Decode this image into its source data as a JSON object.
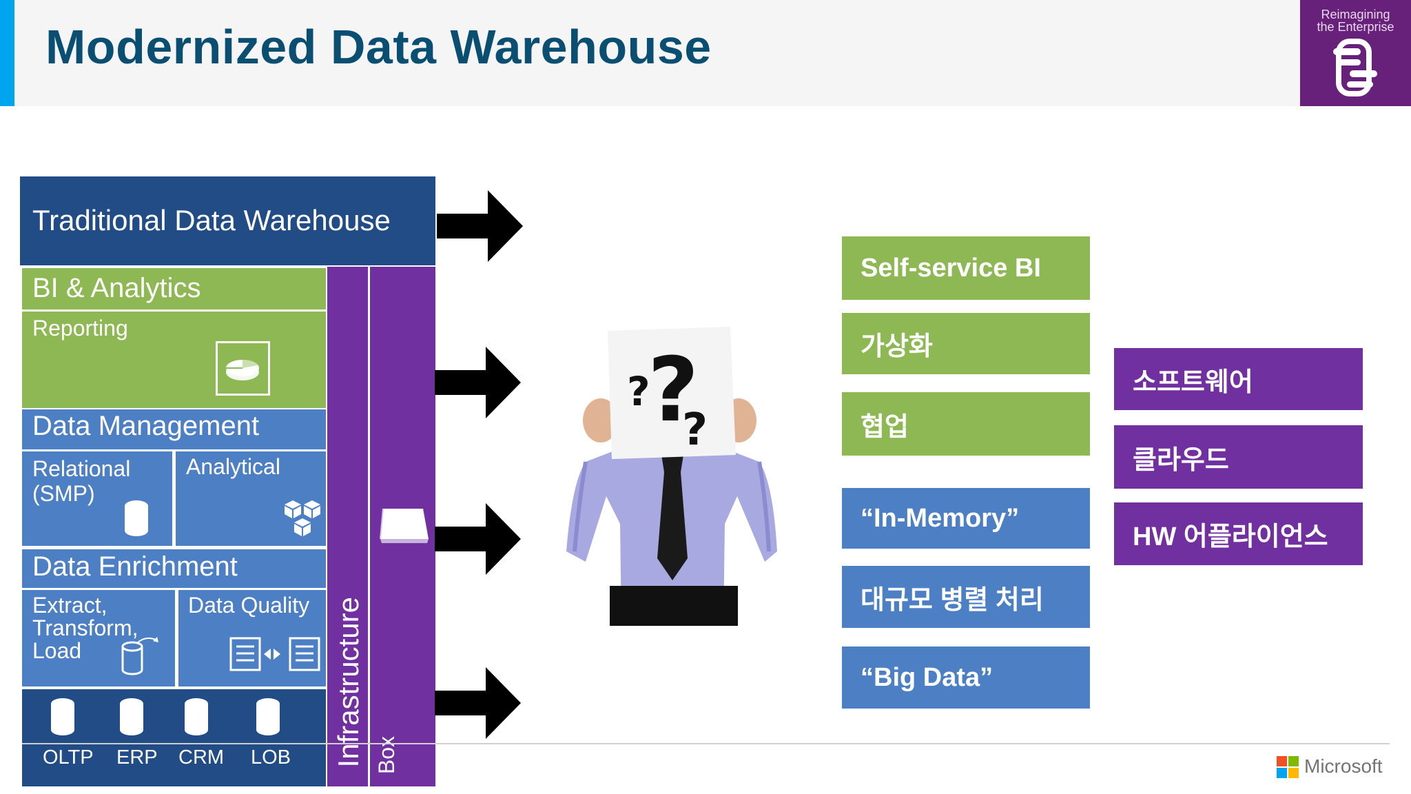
{
  "header": {
    "title": "Modernized Data Warehouse",
    "badge_line1": "Reimagining",
    "badge_line2": "the Enterprise",
    "badge_icon": "hands-logo-icon"
  },
  "diagram": {
    "traditional": "Traditional Data Warehouse",
    "bi_analytics": "BI & Analytics",
    "reporting": "Reporting",
    "data_management": "Data Management",
    "relational": "Relational (SMP)",
    "analytical": "Analytical",
    "data_enrichment": "Data Enrichment",
    "etl": "Extract, Transform, Load",
    "data_quality": "Data Quality",
    "sources": [
      "OLTP",
      "ERP",
      "CRM",
      "LOB"
    ],
    "infrastructure": "Infrastructure",
    "box": "Box"
  },
  "features_left": [
    {
      "label": "Self-service BI",
      "color": "green"
    },
    {
      "label": "가상화",
      "color": "green"
    },
    {
      "label": "협업",
      "color": "green"
    },
    {
      "label": "“In-Memory”",
      "color": "blue"
    },
    {
      "label": "대규모 병렬 처리",
      "color": "blue"
    },
    {
      "label": "“Big Data”",
      "color": "blue"
    }
  ],
  "features_right": [
    {
      "label": "소프트웨어"
    },
    {
      "label": "클라우드"
    },
    {
      "label": "HW 어플라이언스"
    }
  ],
  "footer": {
    "brand": "Microsoft"
  },
  "colors": {
    "accent": "#00a4ef",
    "title": "#0a4f72",
    "green": "#8eb853",
    "blue": "#4d7fc4",
    "navy": "#214c85",
    "purple": "#7030a0",
    "badge": "#68217a"
  }
}
